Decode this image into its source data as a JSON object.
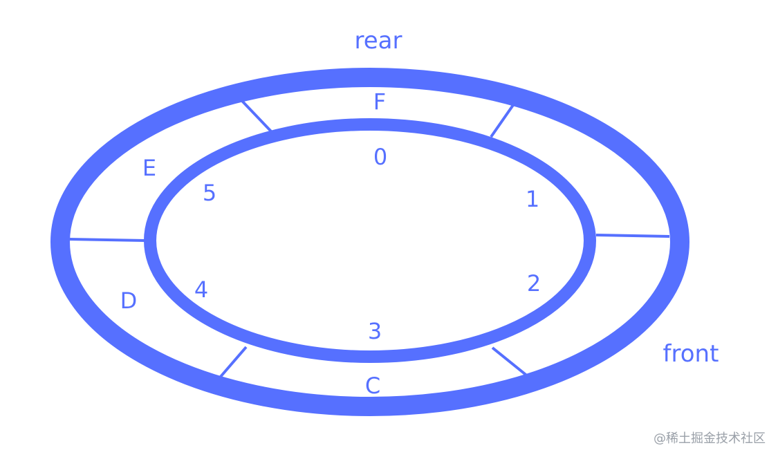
{
  "colors": {
    "ring": "#5670ff",
    "background": "#ffffff",
    "watermark": "#9aa0a8"
  },
  "pointers": {
    "rear": "rear",
    "front": "front"
  },
  "slots": {
    "top": "F",
    "upper_left": "E",
    "lower_left": "D",
    "bottom": "C"
  },
  "indices": [
    "0",
    "1",
    "2",
    "3",
    "4",
    "5"
  ],
  "watermark": "@稀土掘金技术社区"
}
